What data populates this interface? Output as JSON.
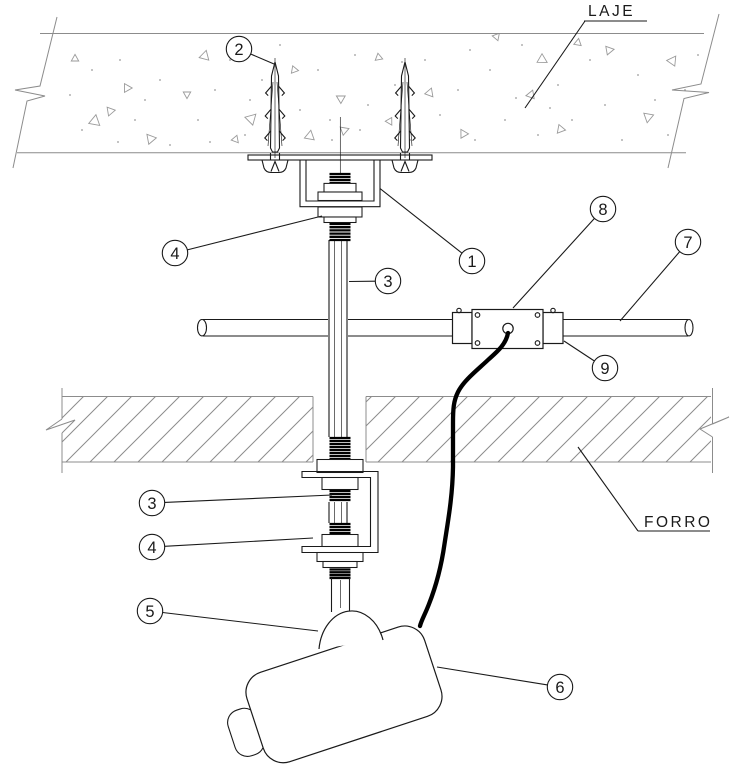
{
  "drawing": {
    "labels": {
      "slab": "LAJE",
      "ceiling_lining": "FORRO"
    },
    "callouts": [
      {
        "number": "1"
      },
      {
        "number": "2"
      },
      {
        "number": "3"
      },
      {
        "number": "4"
      },
      {
        "number": "3"
      },
      {
        "number": "4"
      },
      {
        "number": "5"
      },
      {
        "number": "6"
      },
      {
        "number": "7"
      },
      {
        "number": "8"
      },
      {
        "number": "9"
      }
    ]
  }
}
